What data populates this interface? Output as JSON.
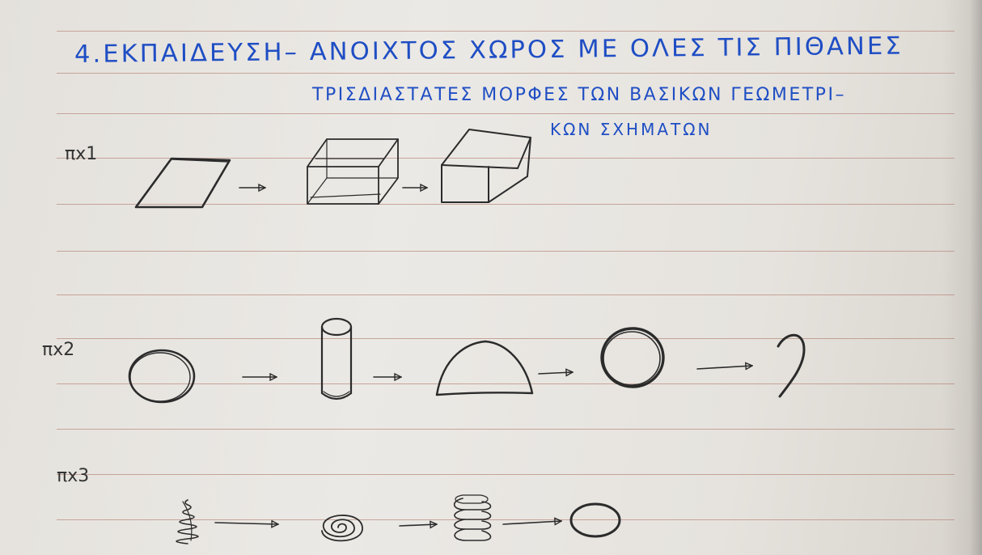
{
  "heading": {
    "line1": "4.ΕΚΠΑΙΔΕΥΣΗ– ΑΝΟΙΧΤΟΣ ΧΩΡΟΣ ΜΕ ΟΛΕΣ ΤΙΣ ΠΙΘΑΝΕΣ",
    "line2": "ΤΡΙΣΔΙΑΣΤΑΤΕΣ ΜΟΡΦΕΣ ΤΩΝ ΒΑΣΙΚΩΝ ΓΕΩΜΕΤΡΙ–",
    "line3": "ΚΩΝ ΣΧΗΜΑΤΩΝ"
  },
  "examples": [
    {
      "label": "πx1",
      "shapes": [
        "parallelogram-sketch",
        "open-box-sketch",
        "cuboid-sketch"
      ]
    },
    {
      "label": "πx2",
      "shapes": [
        "circle-sketch",
        "cylinder-sketch",
        "dome-sketch",
        "sphere-sketch",
        "hook-sketch"
      ]
    },
    {
      "label": "πx3",
      "shapes": [
        "cone-spring-sketch",
        "flat-spiral-sketch",
        "coil-spring-sketch",
        "ellipse-sketch"
      ]
    }
  ],
  "colors": {
    "ink_blue": "#1f4ec4",
    "pencil": "#2b2b2b",
    "rule_line": "#b98d80"
  }
}
